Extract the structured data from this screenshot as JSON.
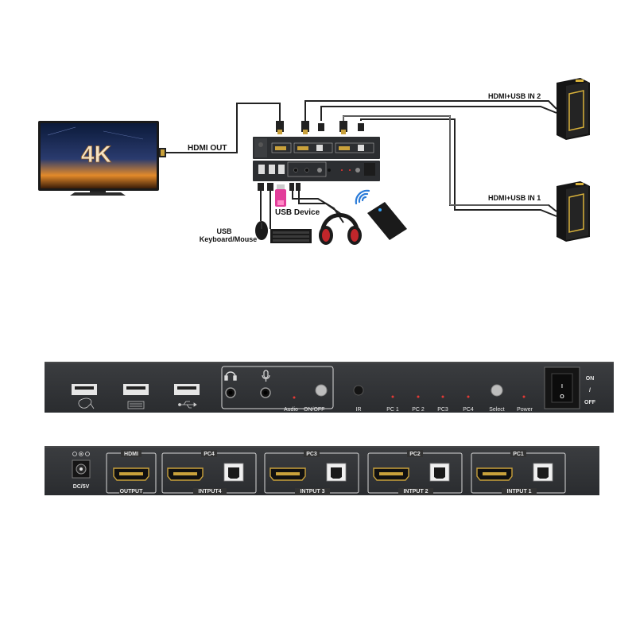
{
  "diagram": {
    "tv_badge": "4K",
    "labels": {
      "hdmi_out": "HDMI OUT",
      "hdmi_usb_in_2": "HDMI+USB IN 2",
      "hdmi_usb_in_1": "HDMI+USB IN 1",
      "usb_device": "USB Device",
      "usb_keyboard_mouse_line1": "USB",
      "usb_keyboard_mouse_line2": "Keyboard/Mouse"
    }
  },
  "front_panel": {
    "audio_label": "Audio",
    "on_off_label": "ON/OFF",
    "ir_label": "IR",
    "pc_labels": [
      "PC 1",
      "PC 2",
      "PC3",
      "PC4"
    ],
    "select_label": "Select",
    "power_label": "Power",
    "switch_on": "ON",
    "switch_off": "OFF",
    "switch_slash": "/",
    "rocker_top": "I",
    "rocker_bottom": "O"
  },
  "back_panel": {
    "dc_label": "DC/5V",
    "hdmi_header": "HDMI",
    "output_label": "OUTPUT",
    "inputs": [
      {
        "header": "PC4",
        "footer": "INTPUT4"
      },
      {
        "header": "PC3",
        "footer": "INTPUT 3"
      },
      {
        "header": "PC2",
        "footer": "INTPUT 2"
      },
      {
        "header": "PC1",
        "footer": "INTPUT 1"
      }
    ]
  }
}
